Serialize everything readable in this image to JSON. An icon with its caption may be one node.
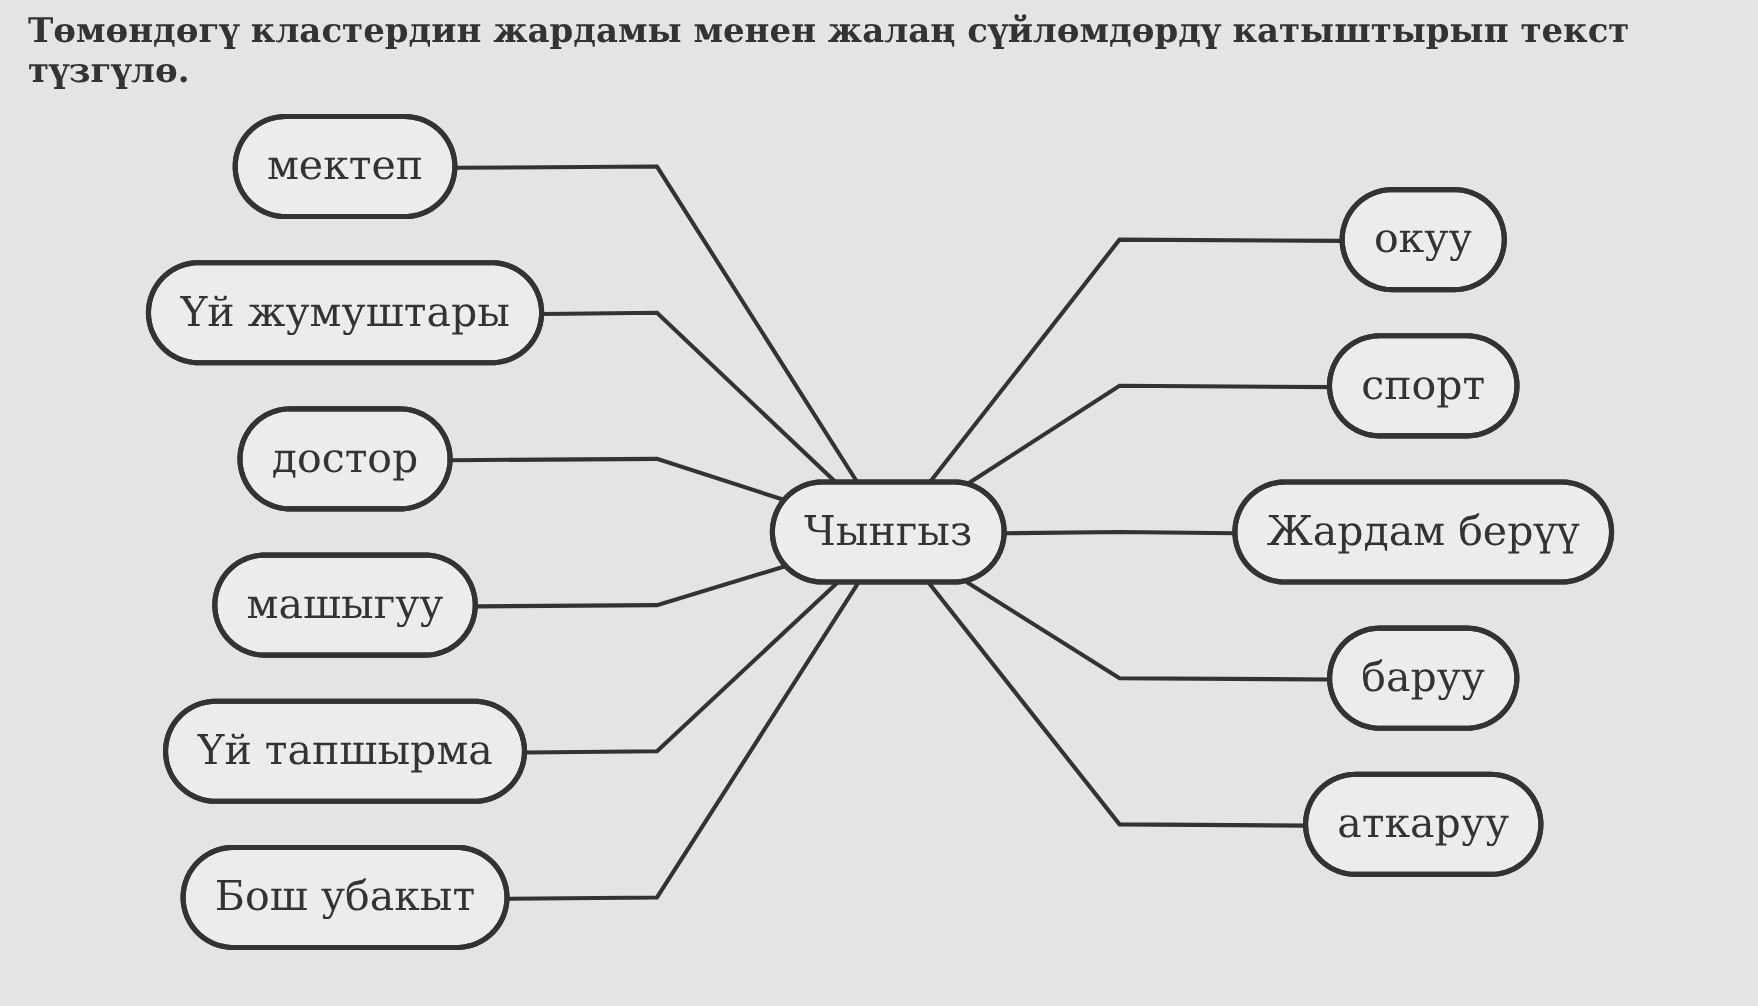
{
  "diagram": {
    "title": "Төмөндөгү кластердин жардамы менен жалаң сүйлөмдөрдү катыштырып текст түзгүлө.",
    "nodes": [
      {
        "text": [
          "мектеп"
        ]
      },
      {
        "text": [
          "Үй жумуштары"
        ]
      },
      {
        "text": [
          "окуу"
        ]
      },
      {
        "text": [
          "спорт"
        ]
      },
      {
        "text": [
          "достор"
        ]
      },
      {
        "text": [
          "Чынгыз"
        ]
      },
      {
        "text": [
          "Жардам берүү"
        ]
      },
      {
        "text": [
          "машыгуу"
        ]
      },
      {
        "text": [
          "баруу"
        ]
      },
      {
        "text": [
          "Үй тапшырма"
        ]
      },
      {
        "text": [
          "Бош убакыт"
        ]
      },
      {
        "text": [
          "аткаруу"
        ]
      }
    ],
    "edges": [
      {
        "from": 0,
        "to": 5,
        "arrow": "none"
      },
      {
        "from": 1,
        "to": 5,
        "arrow": "none"
      },
      {
        "from": 5,
        "to": 2,
        "arrow": "none"
      },
      {
        "from": 5,
        "to": 3,
        "arrow": "none"
      },
      {
        "from": 4,
        "to": 5,
        "arrow": "none"
      },
      {
        "from": 5,
        "to": 6,
        "arrow": "none"
      },
      {
        "from": 7,
        "to": 5,
        "arrow": "none"
      },
      {
        "from": 5,
        "to": 8,
        "arrow": "none"
      },
      {
        "from": 9,
        "to": 5,
        "arrow": "none"
      },
      {
        "from": 10,
        "to": 5,
        "arrow": "none"
      },
      {
        "from": 5,
        "to": 11,
        "arrow": "none"
      }
    ]
  }
}
